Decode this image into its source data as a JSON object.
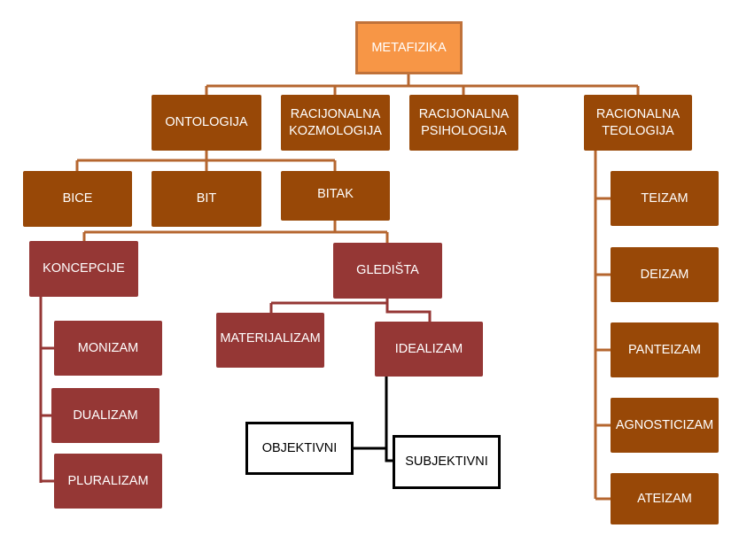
{
  "root": "METAFIZIKA",
  "branches": {
    "ontologija": "ONTOLOGIJA",
    "kozmologija": "RACIJONALNA KOZMOLOGIJA",
    "psihologija": "RACIJONALNA PSIHOLOGIJA",
    "teologija": "RACIONALNA TEOLOGIJA"
  },
  "ontologija_children": {
    "bice": "BICE",
    "bit": "BIT",
    "bitak": "BITAK"
  },
  "bitak_children": {
    "koncepcije": "KONCEPCIJE",
    "gledista": "GLEDIŠTA"
  },
  "koncepcije_children": [
    "MONIZAM",
    "DUALIZAM",
    "PLURALIZAM"
  ],
  "gledista_children": {
    "materijalizam": "MATERIJALIZAM",
    "idealizam": "IDEALIZAM"
  },
  "idealizam_children": {
    "objektivni": "OBJEKTIVNI",
    "subjektivni": "SUBJEKTIVNI"
  },
  "teologija_children": [
    "TEIZAM",
    "DEIZAM",
    "PANTEIZAM",
    "AGNOSTICIZAM",
    "ATEIZAM"
  ],
  "colors": {
    "root": "#F79646",
    "level1": "#984807",
    "level2": "#953735",
    "connector1": "#B5662F",
    "connector2": "#953735"
  }
}
